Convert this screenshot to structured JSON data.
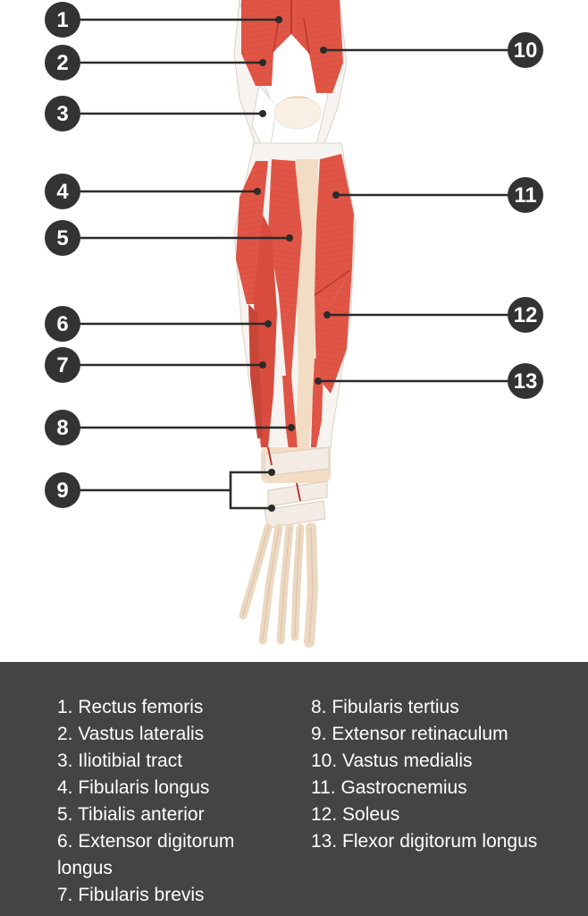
{
  "markers": [
    "1",
    "2",
    "3",
    "4",
    "5",
    "6",
    "7",
    "8",
    "9",
    "10",
    "11",
    "12",
    "13"
  ],
  "legend": {
    "left": [
      "1. Rectus femoris",
      "2. Vastus lateralis",
      "3. Iliotibial tract",
      "4. Fibularis longus",
      "5. Tibialis anterior",
      "6. Extensor digitorum longus",
      "7. Fibularis brevis"
    ],
    "right": [
      "8. Fibularis tertius",
      "9. Extensor retinaculum",
      "10. Vastus medialis",
      "11. Gastrocnemius",
      "12. Soleus",
      "13. Flexor digitorum longus"
    ]
  },
  "colors": {
    "muscle": "#e05545",
    "muscle_dark": "#b83a2e",
    "bone": "#f2dcc4",
    "tendon": "#f4ece4",
    "marker": "#333333",
    "panel": "#444444"
  }
}
